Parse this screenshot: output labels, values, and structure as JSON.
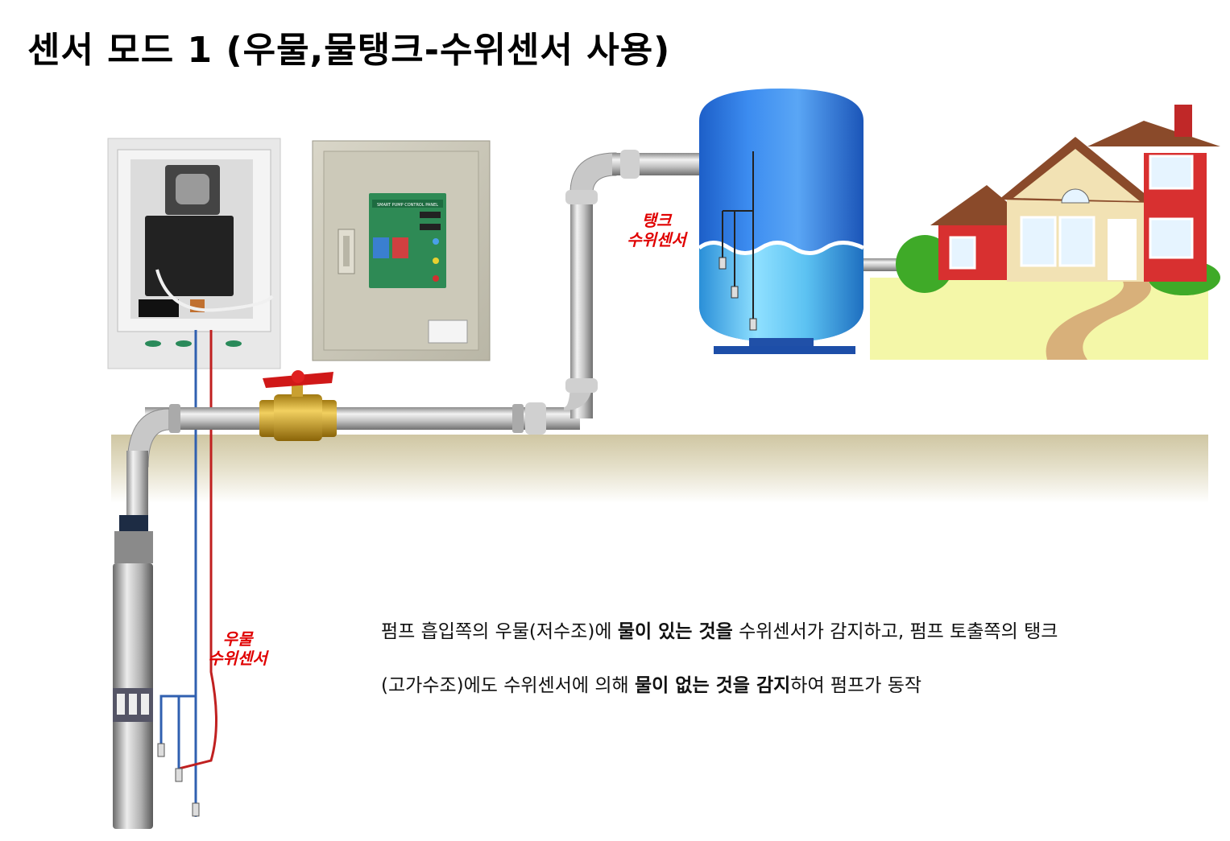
{
  "title": "센서 모드 1 (우물,물탱크-수위센서 사용)",
  "labels": {
    "tank_sensor": [
      "탱크",
      "수위센서"
    ],
    "well_sensor": [
      "우물",
      "수위센서"
    ]
  },
  "panel": {
    "header": "SMART PUMP CONTROL PANEL"
  },
  "description": [
    {
      "text": "펌프 흡입쪽의 우물(저수조)에 ",
      "bold": false
    },
    {
      "text": "물이 있는 것을",
      "bold": true
    },
    {
      "text": " 수위센서가 감지하고, 펌프 토출쪽의 탱크(고가수조)에도 수위센서에 의해 ",
      "bold": false
    },
    {
      "text": "물이 없는 것을 감지",
      "bold": true
    },
    {
      "text": "하여 펌프가 동작",
      "bold": false
    }
  ],
  "colors": {
    "sensor_label": "#e00000",
    "tank_blue": "#2f7fe0",
    "pipe_gray": "#b8b8b8",
    "ground": "#d8d2b6",
    "grass": "#f4f7a8",
    "house_red": "#d83030",
    "wire_blue": "#3060b0",
    "wire_red": "#c02020"
  }
}
